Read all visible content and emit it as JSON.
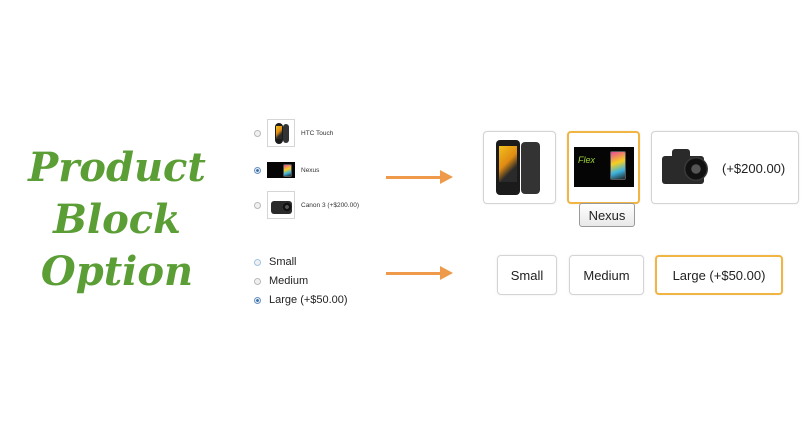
{
  "title": {
    "line1": "Product",
    "line2": "Block",
    "line3": "Option"
  },
  "product_radio": {
    "items": [
      {
        "label": "HTC Touch",
        "checked": false,
        "icon": "htc-touch-phone-image"
      },
      {
        "label": "Nexus",
        "checked": true,
        "icon": "nexus-phone-image"
      },
      {
        "label": "Canon 3 (+$200.00)",
        "checked": false,
        "icon": "canon-camera-image"
      }
    ]
  },
  "size_radio": {
    "items": [
      {
        "label": "Small",
        "checked": false
      },
      {
        "label": "Medium",
        "checked": false
      },
      {
        "label": "Large (+$50.00)",
        "checked": true
      }
    ]
  },
  "product_blocks": {
    "items": [
      {
        "label": "",
        "selected": false,
        "icon": "htc-touch-phone-image"
      },
      {
        "label": "",
        "selected": true,
        "icon": "nexus-phone-image"
      },
      {
        "label": "(+$200.00)",
        "selected": false,
        "icon": "canon-camera-image"
      }
    ],
    "tooltip": "Nexus"
  },
  "size_blocks": {
    "items": [
      {
        "label": "Small",
        "selected": false
      },
      {
        "label": "Medium",
        "selected": false
      },
      {
        "label": "Large (+$50.00)",
        "selected": true
      }
    ]
  },
  "colors": {
    "title_green": "#5b9e35",
    "arrow_orange": "#ee9a4a",
    "selected_border": "#f0b542"
  }
}
